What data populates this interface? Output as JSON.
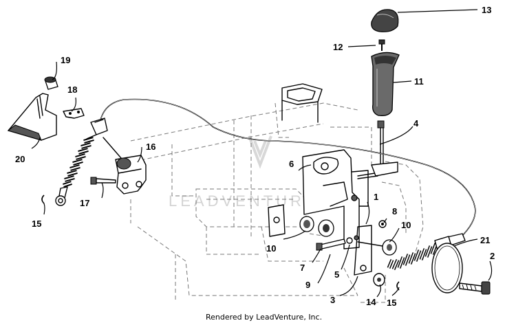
{
  "diagram": {
    "callouts": [
      {
        "id": "13",
        "label": "13"
      },
      {
        "id": "12",
        "label": "12"
      },
      {
        "id": "11",
        "label": "11"
      },
      {
        "id": "4",
        "label": "4"
      },
      {
        "id": "19",
        "label": "19"
      },
      {
        "id": "18",
        "label": "18"
      },
      {
        "id": "20",
        "label": "20"
      },
      {
        "id": "16",
        "label": "16"
      },
      {
        "id": "17",
        "label": "17"
      },
      {
        "id": "15a",
        "label": "15"
      },
      {
        "id": "6",
        "label": "6"
      },
      {
        "id": "1",
        "label": "1"
      },
      {
        "id": "8",
        "label": "8"
      },
      {
        "id": "10a",
        "label": "10"
      },
      {
        "id": "10b",
        "label": "10"
      },
      {
        "id": "7",
        "label": "7"
      },
      {
        "id": "9",
        "label": "9"
      },
      {
        "id": "5",
        "label": "5"
      },
      {
        "id": "3",
        "label": "3"
      },
      {
        "id": "14",
        "label": "14"
      },
      {
        "id": "15b",
        "label": "15"
      },
      {
        "id": "21",
        "label": "21"
      },
      {
        "id": "2",
        "label": "2"
      }
    ],
    "watermark": "LEADVENTURE",
    "footer": "Rendered by LeadVenture, Inc."
  }
}
